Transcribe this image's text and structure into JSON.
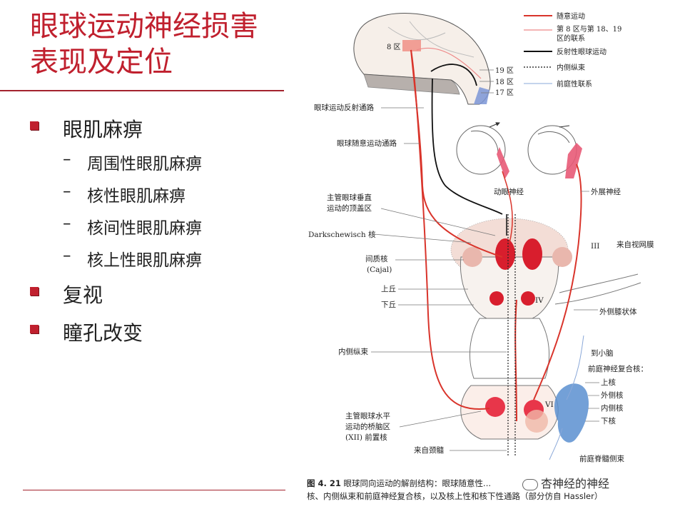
{
  "title": {
    "line1": "眼球运动神经损害",
    "line2": "表现及定位"
  },
  "bullets": [
    {
      "text": "眼肌麻痹",
      "sub": [
        "周围性眼肌麻痹",
        "核性眼肌麻痹",
        "核间性眼肌麻痹",
        "核上性眼肌麻痹"
      ]
    },
    {
      "text": "复视",
      "sub": []
    },
    {
      "text": "瞳孔改变",
      "sub": []
    }
  ],
  "sub_marker": "–",
  "legend": {
    "voluntary": "随意运动",
    "link_8_18_19_a": "第 8 区与第 18、19",
    "link_8_18_19_b": "区的联系",
    "reflex": "反射性眼球运动",
    "mlf": "内侧纵束",
    "vestibular": "前庭性联系"
  },
  "labels": {
    "area8": "8 区",
    "area19": "19 区",
    "area18": "18 区",
    "area17": "17 区",
    "reflex_path": "眼球运动反射通路",
    "voluntary_path": "眼球随意运动通路",
    "oculomotor_nerve": "动眼神经",
    "abducens_nerve": "外展神经",
    "vertical_center_a": "主管眼球垂直",
    "vertical_center_b": "运动的顶盖区",
    "darkschewitsch": "Darkschewisch 核",
    "cajal_a": "间质核",
    "cajal_b": "(Cajal)",
    "superior_colliculus": "上丘",
    "inferior_colliculus": "下丘",
    "from_retina": "来自视网膜",
    "lgb": "外侧膝状体",
    "roman_iii": "III",
    "roman_iv": "IV",
    "roman_vi": "VI",
    "mlf_label": "内侧纵束",
    "to_cerebellum": "到小脑",
    "vestibular_complex": "前庭神经复合核：",
    "sup_nucleus": "上核",
    "lat_nucleus": "外侧核",
    "med_nucleus": "内侧核",
    "inf_nucleus": "下核",
    "horizontal_center_a": "主管眼球水平",
    "horizontal_center_b": "运动的桥脑区",
    "horizontal_center_c": "(XII) 前置核",
    "from_cervical": "来自颈髓",
    "vestibulospinal": "前庭脊髓侧束"
  },
  "caption": {
    "number": "图 4. 21",
    "line1": "眼球同向运动的解剖结构：眼球随意性...",
    "line2": "核、内侧纵束和前庭神经复合核，以及核上性和核下性通路（部分仿自 Hassler）"
  },
  "watermark": "杏神经的神经",
  "colors": {
    "accent": "#c0202e",
    "path_red": "#d9342b",
    "vestibular_blue": "#5b8fd0"
  }
}
